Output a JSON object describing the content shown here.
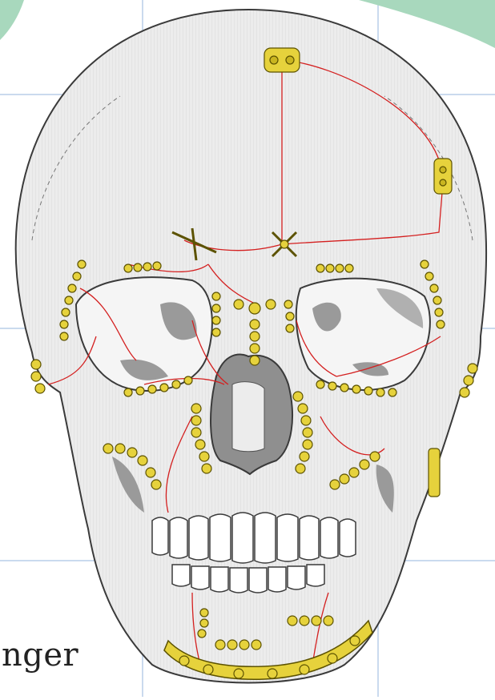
{
  "caption": {
    "text": "nger"
  },
  "colors": {
    "page": "#ffffff",
    "gridline": "#b9cde8",
    "accent_band": "#a8d8bd",
    "bone": "#ececec",
    "bone_outline": "#3a3a3a",
    "cavity": "#8f8f8f",
    "fixation_plate": "#e6d23c",
    "plate_outline": "#5c5200",
    "fracture_line": "#d42020",
    "teeth": "#ffffff"
  },
  "icons": {
    "skull": "skull-illustration",
    "plates": "fixation-plate-icon",
    "fractures": "fracture-line"
  }
}
